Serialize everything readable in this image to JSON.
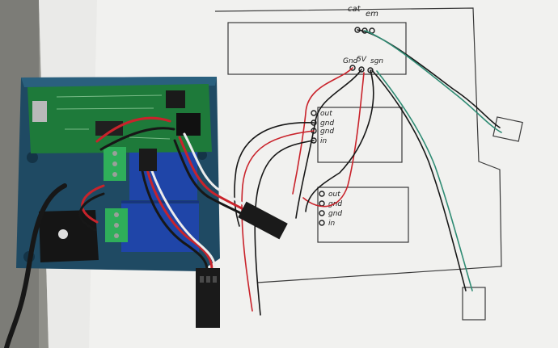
{
  "photo": {
    "colors": {
      "table": "#8f8f89",
      "paper": "#f1f1ef",
      "pencil": "#3a3a3a",
      "enclosure": "#1f4a63",
      "pcb": "#1e7a3a",
      "terminal": "#2fae5a",
      "battery": "#1f45a8",
      "wire_red": "#c9232b",
      "wire_black": "#171717",
      "wire_white": "#ececec",
      "wire_green": "#2e8b73",
      "connector": "#1a1a1a"
    },
    "sketch_labels": {
      "top_header": [
        "cat",
        "em",
        "sgn"
      ],
      "header_pins": [
        "Gnd",
        "5V"
      ],
      "module_1_pins": [
        "out",
        "gnd",
        "gnd",
        "in"
      ],
      "module_2_pins": [
        "out",
        "gnd",
        "gnd",
        "in"
      ]
    }
  }
}
